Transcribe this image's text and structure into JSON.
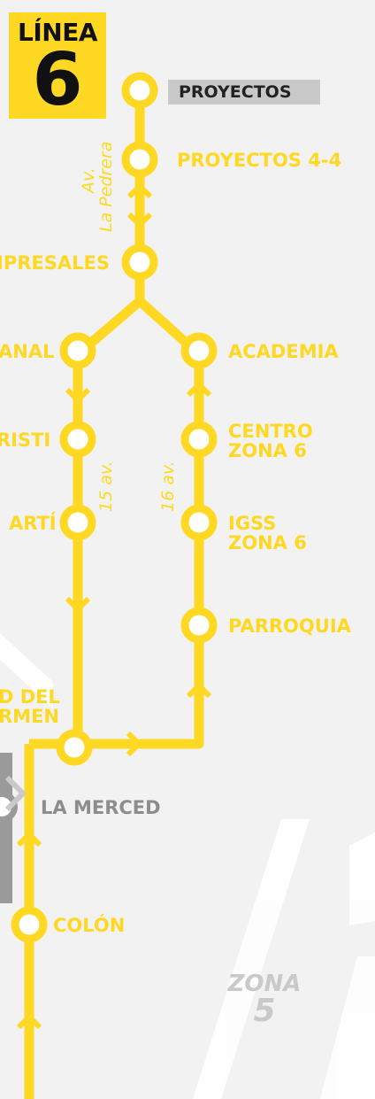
{
  "line_badge": {
    "label": "LÍNEA",
    "number": "6"
  },
  "stations": {
    "proyectos": "PROYECTOS",
    "proyectos_4_4": "PROYECTOS 4-4",
    "empresales": "IPRESALES",
    "canal": "ANAL",
    "academia": "ACADEMIA",
    "cristi": "RISTI",
    "centro_zona_6_line1": "CENTRO",
    "centro_zona_6_line2": "ZONA 6",
    "marti": "ARTÍ",
    "igss_zona_6_line1": "IGSS",
    "igss_zona_6_line2": "ZONA 6",
    "parroquia": "PARROQUIA",
    "carmen_line1": "D DEL",
    "carmen_line2": "RMEN",
    "la_merced": "LA MERCED",
    "colon": "COLÓN"
  },
  "streets": {
    "pedrera_line1": "Av.",
    "pedrera_line2": "La Pedrera",
    "av15": "15 av.",
    "av16": "16 av."
  },
  "zone": {
    "label": "ZONA",
    "number": "5"
  },
  "colors": {
    "line": "#ffd823",
    "station_fill": "#ffffff",
    "other_line": "#9a9a9a",
    "background": "#f2f2f2",
    "street_band": "#ffffff"
  }
}
